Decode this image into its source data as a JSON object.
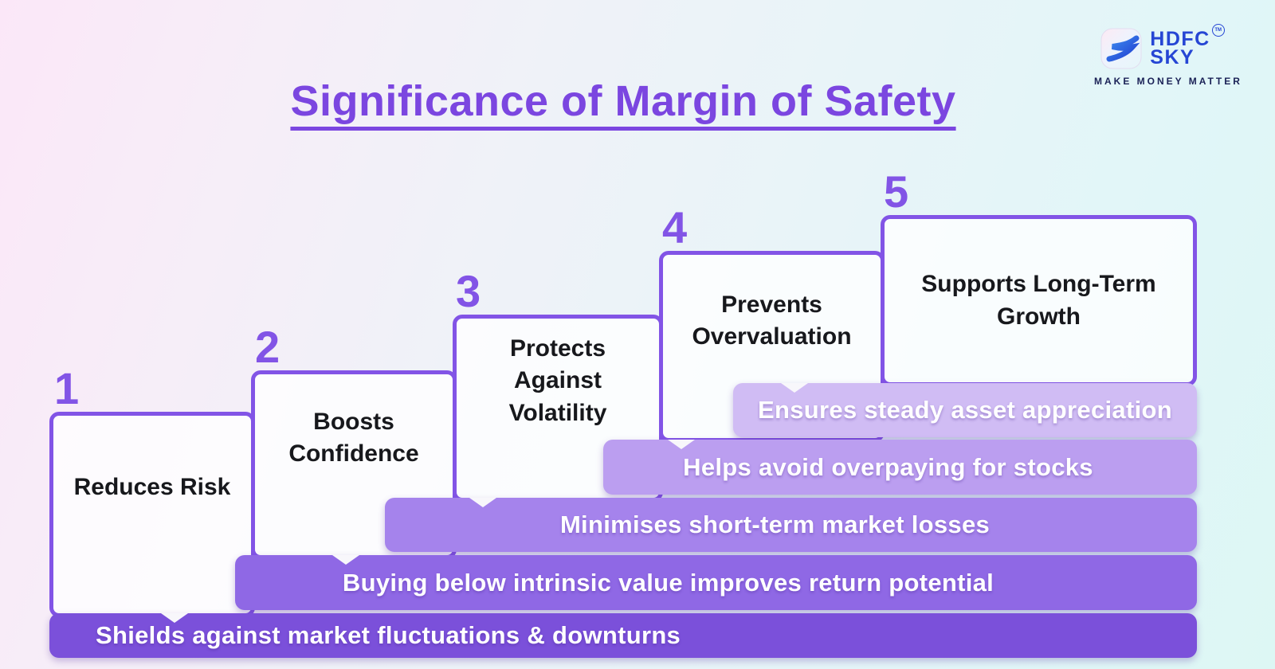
{
  "title": {
    "text": "Significance of Margin of Safety"
  },
  "brand": {
    "name_top": "HDFC",
    "name_bottom": "SKY",
    "trademark": "TM",
    "tagline": "MAKE MONEY MATTER",
    "logo_icon": "hdfc-sky-swoosh-icon"
  },
  "colors": {
    "title_purple": "#7b46e0",
    "step_border_purple": "#8254e6",
    "step_number_purple": "#8254e6",
    "step_label_text": "#17181c",
    "bar_text": "#ffffff",
    "bar_colors_bottom_to_top": [
      "#7b50da",
      "#8f68e5",
      "#a583ec",
      "#bb9ef0",
      "#d0bcf4"
    ],
    "brand_blue": "#2646d4",
    "tagline_navy": "#1a2156",
    "background_top_left_pink": "#fbe7f8",
    "background_bottom_right_cyan": "#ddf7f4"
  },
  "steps": [
    {
      "number": "1",
      "label": "Reduces Risk",
      "benefit": "Shields against market fluctuations & downturns"
    },
    {
      "number": "2",
      "label": "Boosts Confidence",
      "benefit": "Buying below intrinsic value improves return potential"
    },
    {
      "number": "3",
      "label": "Protects Against Volatility",
      "benefit": "Minimises short-term market losses"
    },
    {
      "number": "4",
      "label": "Prevents Overvaluation",
      "benefit": "Helps avoid overpaying for stocks"
    },
    {
      "number": "5",
      "label": "Supports Long-Term Growth",
      "benefit": "Ensures steady asset appreciation"
    }
  ]
}
